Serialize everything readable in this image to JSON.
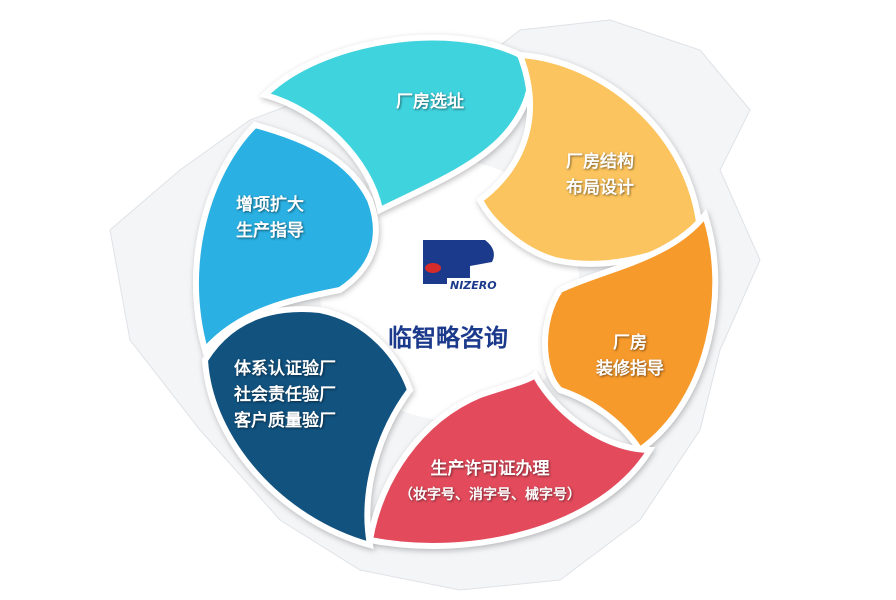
{
  "center": {
    "logo_text": "NIZERO",
    "brand": "临智略咨询"
  },
  "segments": [
    {
      "lines": [
        "厂房选址"
      ],
      "color": "#3fd3de"
    },
    {
      "lines": [
        "厂房结构",
        "布局设计"
      ],
      "color": "#fcc45e"
    },
    {
      "lines": [
        "厂房",
        "装修指导"
      ],
      "color": "#f79a2c"
    },
    {
      "lines": [
        "生产许可证办理",
        "（妆字号、消字号、械字号）"
      ],
      "color": "#e34b5c"
    },
    {
      "lines": [
        "体系认证验厂",
        "社会责任验厂",
        "客户质量验厂"
      ],
      "color": "#11527f"
    },
    {
      "lines": [
        "增项扩大",
        "生产指导"
      ],
      "color": "#2ab0e2"
    }
  ]
}
